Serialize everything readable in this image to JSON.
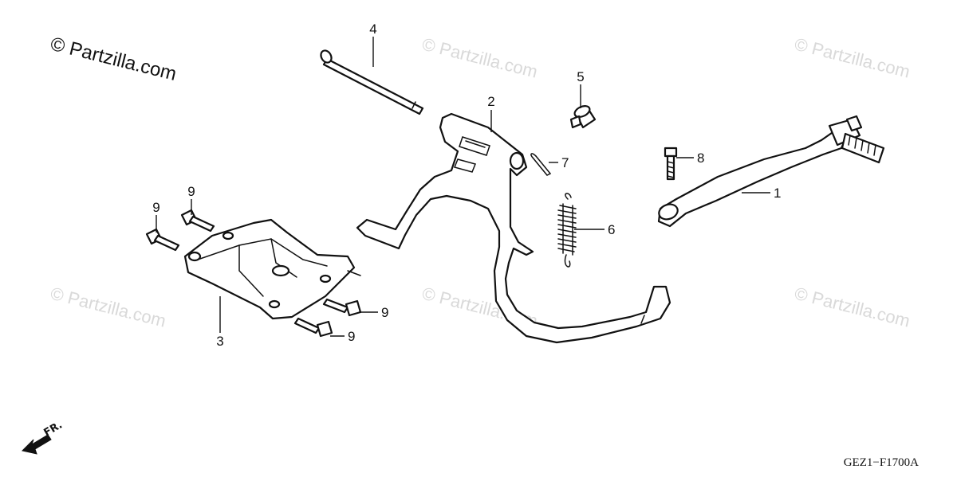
{
  "copyright": "© Partzilla.com",
  "watermark": "© Partzilla.com",
  "diagram_code": "GEZ1−F1700A",
  "front_marker": "FR.",
  "callouts": {
    "c1": "1",
    "c2": "2",
    "c3": "3",
    "c4": "4",
    "c5": "5",
    "c6": "6",
    "c7": "7",
    "c8": "8",
    "c9a": "9",
    "c9b": "9",
    "c9c": "9",
    "c9d": "9"
  }
}
